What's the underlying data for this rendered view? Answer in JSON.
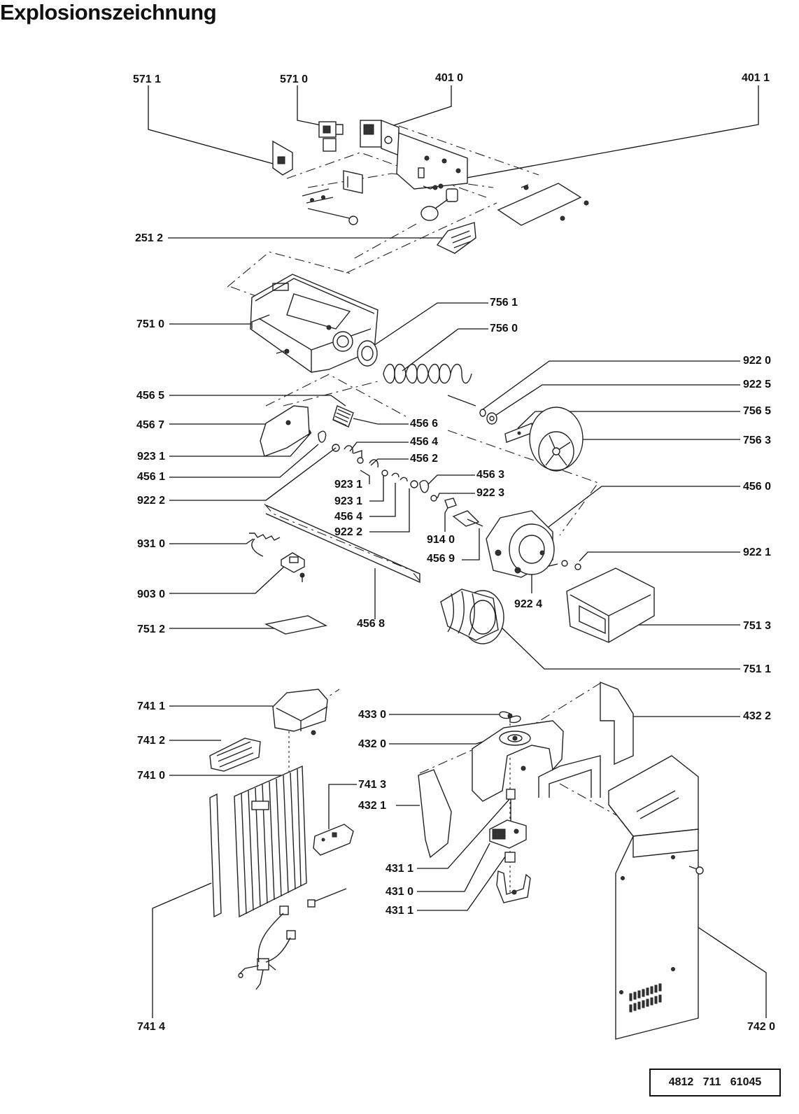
{
  "title": "Explosionszeichnung",
  "document_code": "4812   711   61045",
  "labels": {
    "l5711": "571 1",
    "l5710": "571 0",
    "l4010": "401 0",
    "l4011": "401 1",
    "l2512": "251 2",
    "l7510": "751 0",
    "l7561": "756 1",
    "l7560": "756 0",
    "l9220": "922 0",
    "l9225": "922 5",
    "l7565": "756 5",
    "l7563": "756 3",
    "l4565": "456 5",
    "l4567": "456 7",
    "l4566": "456 6",
    "l4564a": "456 4",
    "l9231a": "923 1",
    "l4562": "456 2",
    "l4561": "456 1",
    "l4563": "456 3",
    "l9231b": "923 1",
    "l9223": "922 3",
    "l9222a": "922 2",
    "l4560": "456 0",
    "l9231c": "923 1",
    "l4564b": "456 4",
    "l9222b": "922 2",
    "l9140": "914 0",
    "l4569": "456 9",
    "l9310": "931 0",
    "l9221": "922 1",
    "l9030": "903 0",
    "l9224": "922 4",
    "l4568": "456 8",
    "l7512": "751 2",
    "l7513": "751 3",
    "l7511": "751 1",
    "l7411": "741 1",
    "l4330": "433 0",
    "l4322": "432 2",
    "l7412": "741 2",
    "l4320": "432 0",
    "l7410": "741 0",
    "l7413": "741 3",
    "l4321": "432 1",
    "l4311a": "431 1",
    "l4310": "431 0",
    "l4311b": "431 1",
    "l7414": "741 4",
    "l7420": "742 0"
  }
}
